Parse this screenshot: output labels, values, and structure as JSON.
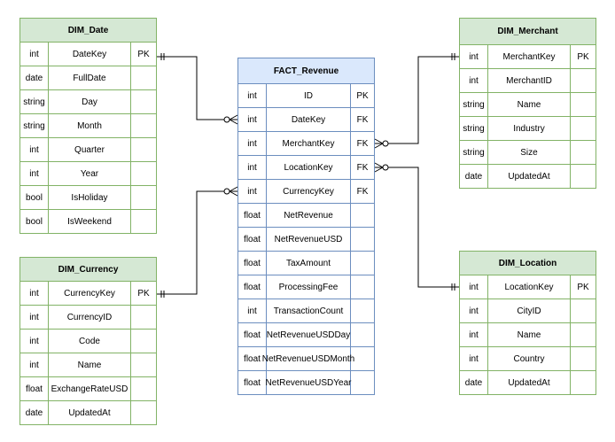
{
  "tables": {
    "dim_date": {
      "title": "DIM_Date",
      "rows": [
        {
          "type": "int",
          "name": "DateKey",
          "key": "PK"
        },
        {
          "type": "date",
          "name": "FullDate",
          "key": ""
        },
        {
          "type": "string",
          "name": "Day",
          "key": ""
        },
        {
          "type": "string",
          "name": "Month",
          "key": ""
        },
        {
          "type": "int",
          "name": "Quarter",
          "key": ""
        },
        {
          "type": "int",
          "name": "Year",
          "key": ""
        },
        {
          "type": "bool",
          "name": "IsHoliday",
          "key": ""
        },
        {
          "type": "bool",
          "name": "IsWeekend",
          "key": ""
        }
      ]
    },
    "dim_currency": {
      "title": "DIM_Currency",
      "rows": [
        {
          "type": "int",
          "name": "CurrencyKey",
          "key": "PK"
        },
        {
          "type": "int",
          "name": "CurrencyID",
          "key": ""
        },
        {
          "type": "int",
          "name": "Code",
          "key": ""
        },
        {
          "type": "int",
          "name": "Name",
          "key": ""
        },
        {
          "type": "float",
          "name": "ExchangeRateUSD",
          "key": ""
        },
        {
          "type": "date",
          "name": "UpdatedAt",
          "key": ""
        }
      ]
    },
    "fact_revenue": {
      "title": "FACT_Revenue",
      "rows": [
        {
          "type": "int",
          "name": "ID",
          "key": "PK"
        },
        {
          "type": "int",
          "name": "DateKey",
          "key": "FK"
        },
        {
          "type": "int",
          "name": "MerchantKey",
          "key": "FK"
        },
        {
          "type": "int",
          "name": "LocationKey",
          "key": "FK"
        },
        {
          "type": "int",
          "name": "CurrencyKey",
          "key": "FK"
        },
        {
          "type": "float",
          "name": "NetRevenue",
          "key": ""
        },
        {
          "type": "float",
          "name": "NetRevenueUSD",
          "key": ""
        },
        {
          "type": "float",
          "name": "TaxAmount",
          "key": ""
        },
        {
          "type": "float",
          "name": "ProcessingFee",
          "key": ""
        },
        {
          "type": "int",
          "name": "TransactionCount",
          "key": ""
        },
        {
          "type": "float",
          "name": "NetRevenueUSDDay",
          "key": ""
        },
        {
          "type": "float",
          "name": "NetRevenueUSDMonth",
          "key": ""
        },
        {
          "type": "float",
          "name": "NetRevenueUSDYear",
          "key": ""
        }
      ]
    },
    "dim_merchant": {
      "title": "DIM_Merchant",
      "rows": [
        {
          "type": "int",
          "name": "MerchantKey",
          "key": "PK"
        },
        {
          "type": "int",
          "name": "MerchantID",
          "key": ""
        },
        {
          "type": "string",
          "name": "Name",
          "key": ""
        },
        {
          "type": "string",
          "name": "Industry",
          "key": ""
        },
        {
          "type": "string",
          "name": "Size",
          "key": ""
        },
        {
          "type": "date",
          "name": "UpdatedAt",
          "key": ""
        }
      ]
    },
    "dim_location": {
      "title": "DIM_Location",
      "rows": [
        {
          "type": "int",
          "name": "LocationKey",
          "key": "PK"
        },
        {
          "type": "int",
          "name": "CityID",
          "key": ""
        },
        {
          "type": "int",
          "name": "Name",
          "key": ""
        },
        {
          "type": "int",
          "name": "Country",
          "key": ""
        },
        {
          "type": "date",
          "name": "UpdatedAt",
          "key": ""
        }
      ]
    }
  },
  "colors": {
    "dimension_fill": "#d5e8d4",
    "dimension_stroke": "#82b366",
    "fact_fill": "#dae8fc",
    "fact_stroke": "#6c8ebf",
    "connector": "#000000"
  }
}
